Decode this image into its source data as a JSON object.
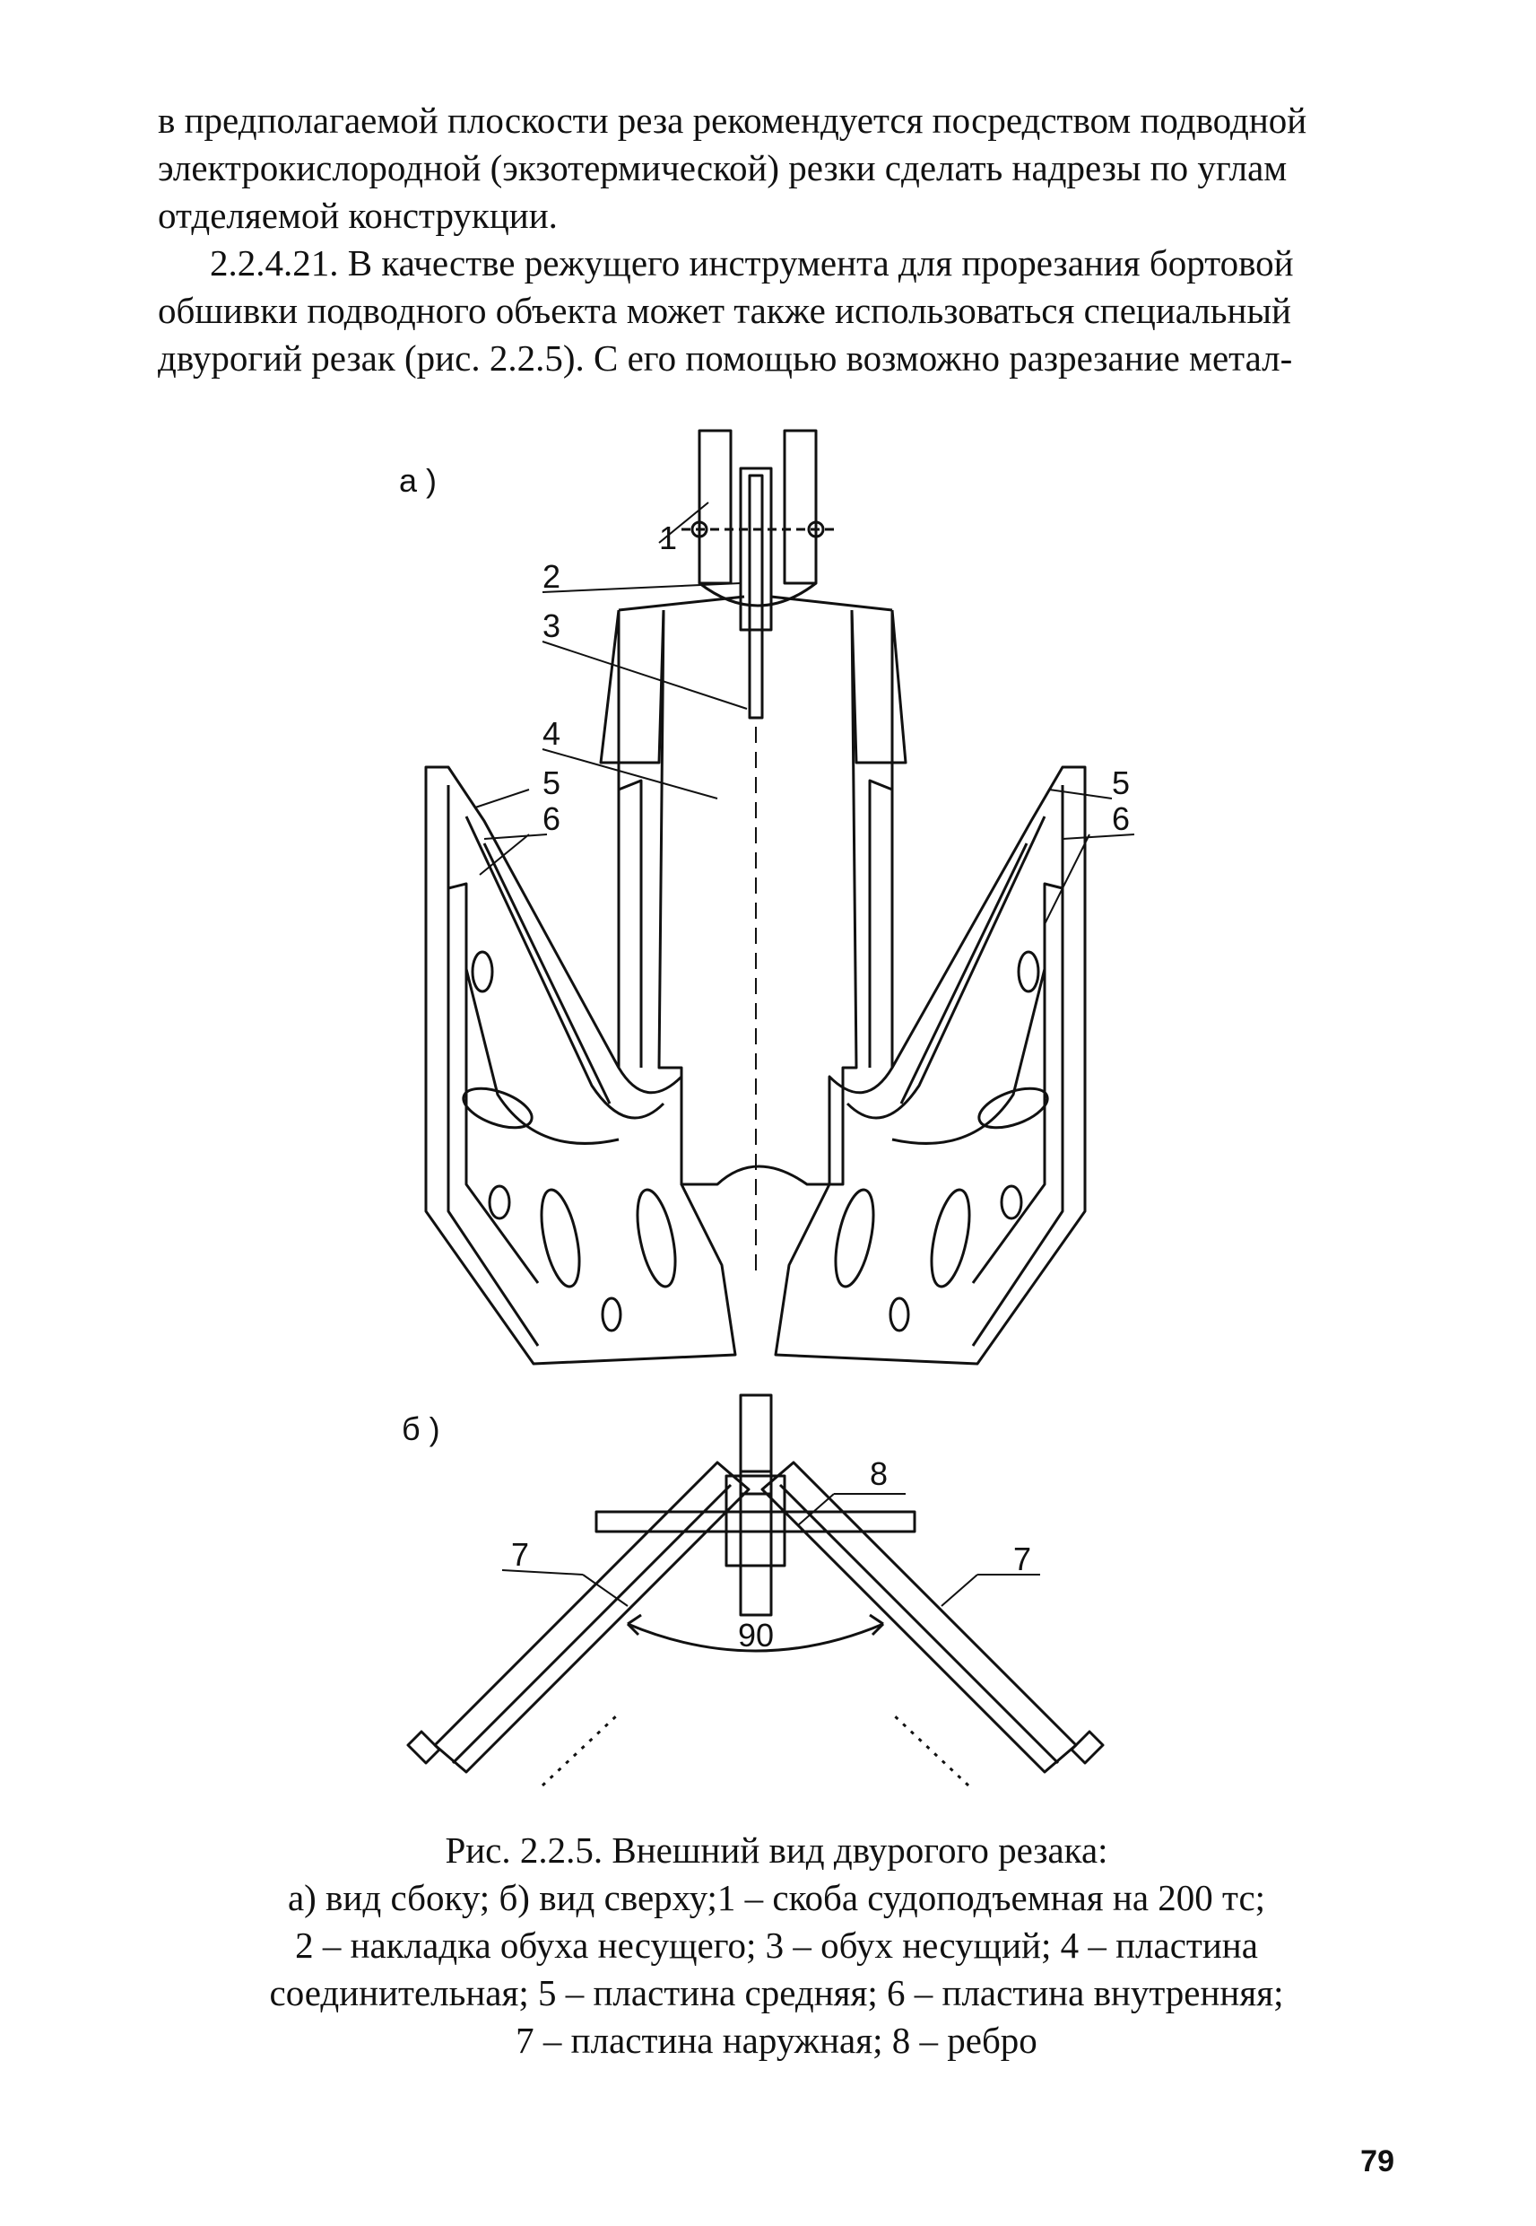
{
  "text": {
    "p1_lines": [
      "в предполагаемой плоскости реза рекомендуется посредством подводной",
      "электрокислородной (экзотермической) резки сделать надрезы по углам",
      "отделяемой конструкции."
    ],
    "p2_lines": [
      "2.2.4.21. В качестве режущего инструмента для прорезания бортовой",
      "обшивки подводного объекта может также использоваться специальный",
      "двурогий резак (рис. 2.2.5). С его помощью возможно разрезание метал-"
    ]
  },
  "figure": {
    "view_a_label": "а )",
    "view_b_label": "б )",
    "callouts": {
      "c1": "1",
      "c2": "2",
      "c3": "3",
      "c4": "4",
      "c5_left": "5",
      "c6_left": "6",
      "c5_right": "5",
      "c6_right": "6",
      "c7_left": "7",
      "c7_right": "7",
      "c8": "8",
      "angle": "90"
    }
  },
  "caption_lines": [
    "Рис. 2.2.5. Внешний вид двурогого резака:",
    "а) вид сбоку; б) вид сверху;1 – скоба судоподъемная на 200 тс;",
    "2 – накладка обуха несущего; 3 – обух несущий; 4 – пластина",
    "соединительная; 5 – пластина средняя; 6 – пластина внутренняя;",
    "7 – пластина наружная; 8 – ребро"
  ],
  "page_number": "79"
}
